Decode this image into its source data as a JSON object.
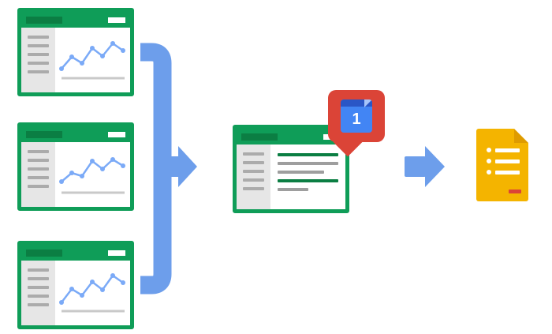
{
  "badge": {
    "count": "1"
  },
  "colors": {
    "sheet_green": "#0F9D58",
    "sheet_green_dark": "#0B7E43",
    "panel_gray": "#E6E6E6",
    "line_gray": "#ABABAB",
    "content_gray": "#9E9E9E",
    "baseline_gray": "#C9C9C9",
    "chart_blue": "#7BAAF7",
    "arrow_blue": "#6D9EEB",
    "badge_red": "#DB4437",
    "calendar_blue": "#4285F4",
    "calendar_blue_dark": "#2A56C6",
    "calendar_fold_blue": "#A6C5FA",
    "doc_yellow": "#F4B400",
    "doc_fold": "#DE9B00",
    "doc_mark_red": "#DB4437"
  },
  "icons": {
    "source_window": "spreadsheet-window-with-line-chart",
    "merge_arrow": "bracket-merge-right-arrow",
    "result_window": "spreadsheet-window-with-text-rows",
    "schedule_badge": "calendar-badge-icon",
    "flow_arrow": "right-arrow-icon",
    "output_document": "yellow-document-icon"
  },
  "flow": {
    "source_window_count": 3
  }
}
